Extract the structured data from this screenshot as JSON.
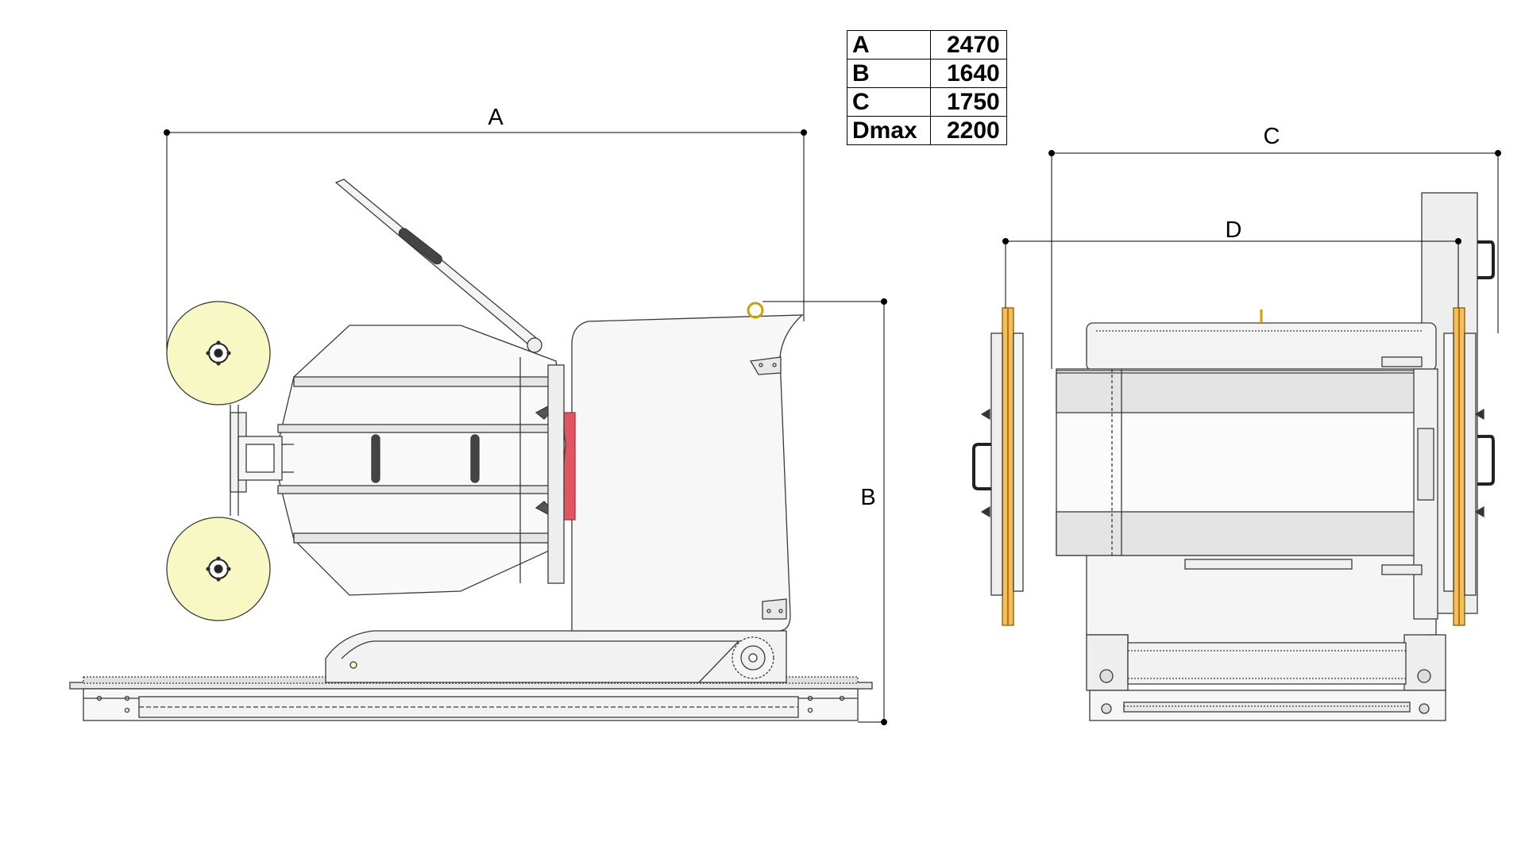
{
  "dimensions_table": {
    "rows": [
      {
        "key": "A",
        "value": "2470"
      },
      {
        "key": "B",
        "value": "1640"
      },
      {
        "key": "C",
        "value": "1750"
      },
      {
        "key": "Dmax",
        "value": "2200"
      }
    ]
  },
  "labels": {
    "a": "A",
    "b": "B",
    "c": "C",
    "d": "D"
  },
  "colors": {
    "reel": "#f8f8c4",
    "flange_accent": "#e6a01c",
    "hub_red": "#e05560",
    "frame": "#f2f2f2",
    "outline": "#3a3a3a"
  }
}
